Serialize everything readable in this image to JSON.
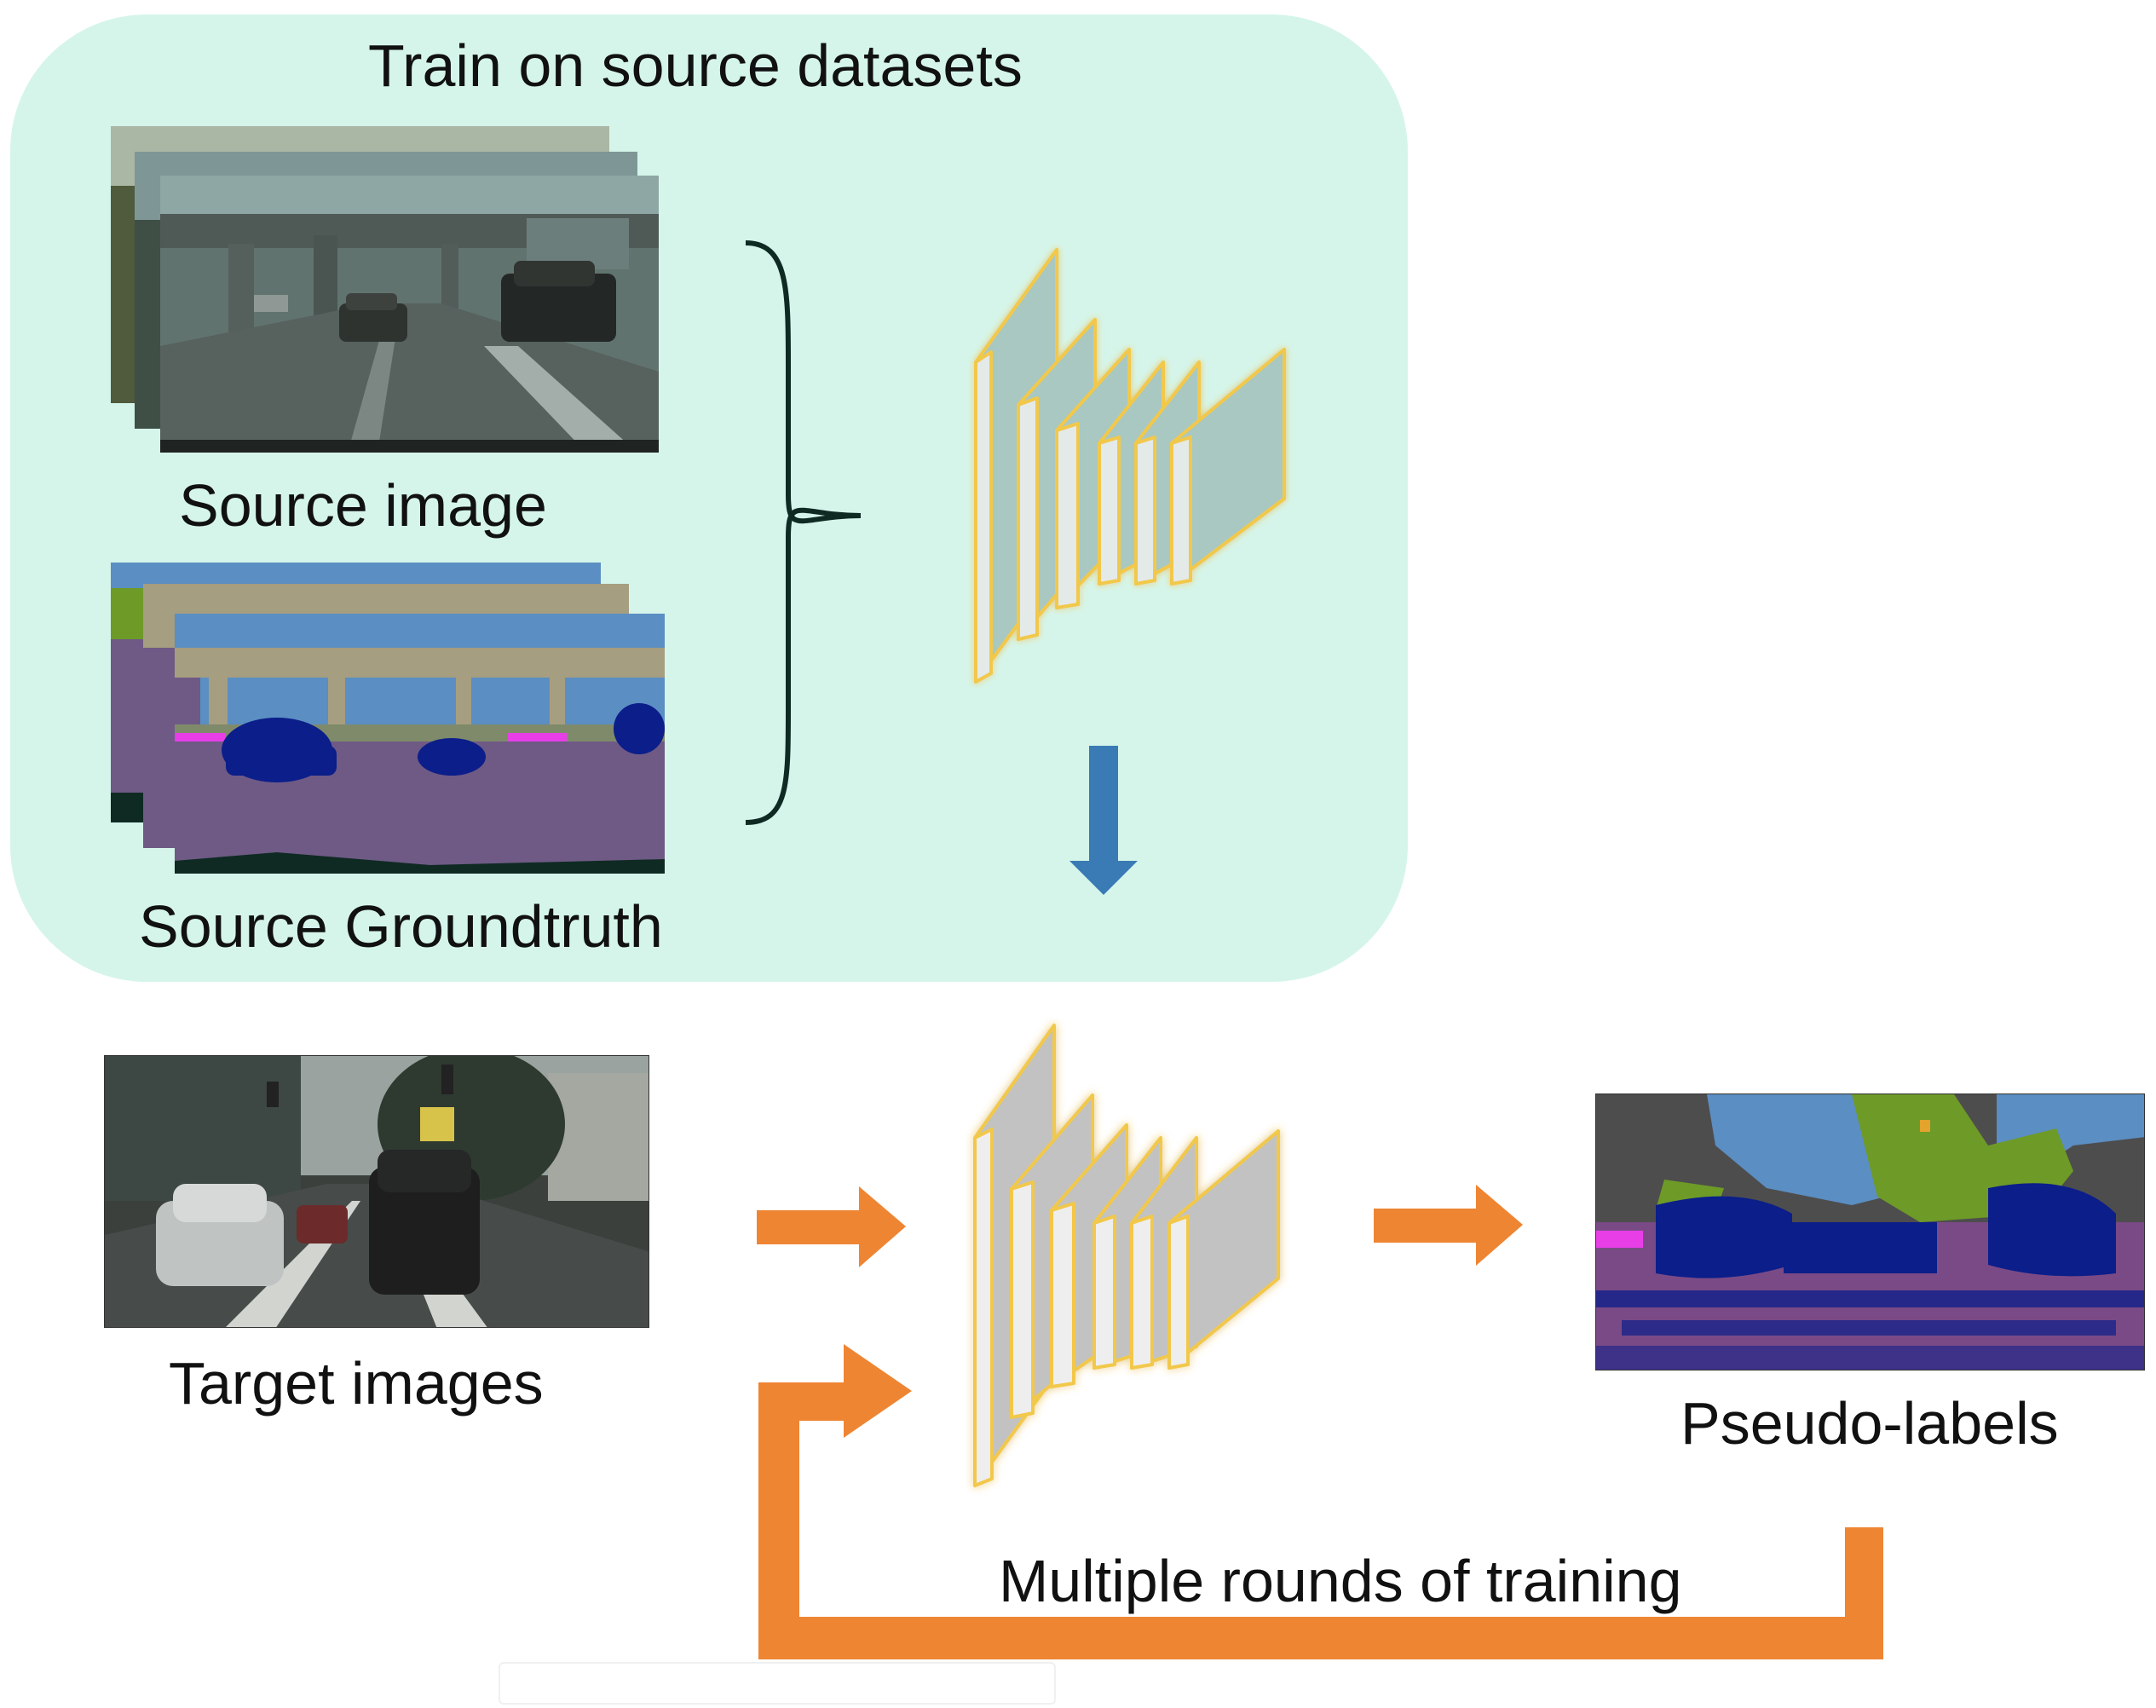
{
  "labels": {
    "panel_title": "Train on source datasets",
    "source_image": "Source image",
    "source_gt": "Source Groundtruth",
    "target_images": "Target images",
    "pseudo_labels": "Pseudo-labels",
    "rounds": "Multiple rounds of training"
  },
  "colors": {
    "panel_bg": "#d5f5eb",
    "orange_arrow": "#ee8533",
    "blue_arrow": "#3a7ab5",
    "network_outline": "#f2c84b",
    "network_face_top": "#a9c8c2",
    "network_face_bottom": "#c2c2c2",
    "road": "#6e5a85",
    "car": "#0b1e8a",
    "sky": "#5b8ec2",
    "vegetation": "#6e9a28",
    "building": "#4d4d4d",
    "sign": "#e83ee8"
  }
}
